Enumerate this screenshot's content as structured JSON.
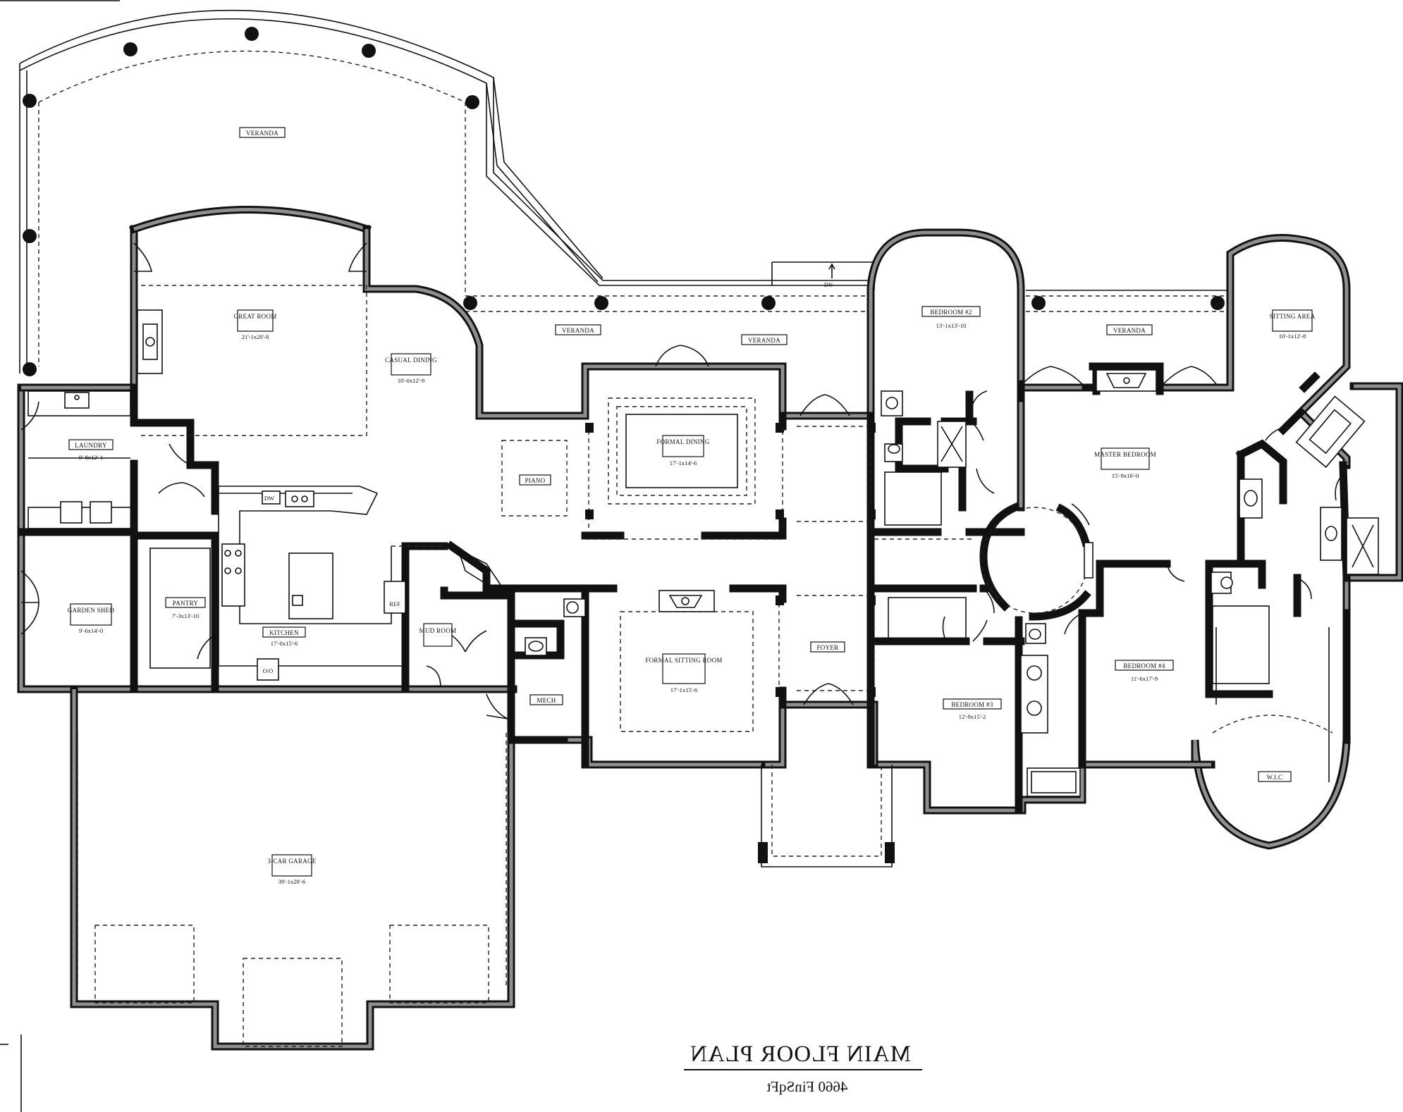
{
  "plan": {
    "title": "MAIN FLOOR PLAN",
    "area": "4660 FinSqFt",
    "stair_label": "DN"
  },
  "rooms": [
    {
      "id": "veranda-nw",
      "name": "VERANDA",
      "dims": ""
    },
    {
      "id": "veranda-mid",
      "name": "VERANDA",
      "dims": ""
    },
    {
      "id": "veranda-center",
      "name": "VERANDA",
      "dims": ""
    },
    {
      "id": "veranda-east",
      "name": "VERANDA",
      "dims": ""
    },
    {
      "id": "great-room",
      "name": "GREAT ROOM",
      "dims": "21'-1x20'-8"
    },
    {
      "id": "casual-dining",
      "name": "CASUAL DINING",
      "dims": "10'-0x12'-9"
    },
    {
      "id": "laundry",
      "name": "LAUNDRY",
      "dims": "9'-8x12'-1"
    },
    {
      "id": "piano",
      "name": "PIANO",
      "dims": ""
    },
    {
      "id": "formal-dining",
      "name": "FORMAL DINING",
      "dims": "17'-1x14'-6"
    },
    {
      "id": "bedroom-2",
      "name": "BEDROOM #2",
      "dims": "13'-1x13'-10"
    },
    {
      "id": "sitting-area",
      "name": "SITTING AREA",
      "dims": "10'-1x12'-8"
    },
    {
      "id": "master-bedroom",
      "name": "MASTER BEDROOM",
      "dims": "15'-9x16'-0"
    },
    {
      "id": "garden-shed",
      "name": "GARDEN SHED",
      "dims": "9'-6x14'-0"
    },
    {
      "id": "pantry",
      "name": "PANTRY",
      "dims": "7'-3x13'-10"
    },
    {
      "id": "kitchen",
      "name": "KITCHEN",
      "dims": "17'-0x15'-6"
    },
    {
      "id": "mud-room",
      "name": "MUD ROOM",
      "dims": ""
    },
    {
      "id": "formal-sitting",
      "name": "FORMAL SITTING ROOM",
      "dims": "17'-1x15'-6"
    },
    {
      "id": "foyer",
      "name": "FOYER",
      "dims": ""
    },
    {
      "id": "mech",
      "name": "MECH",
      "dims": ""
    },
    {
      "id": "bedroom-3",
      "name": "BEDROOM #3",
      "dims": "12'-9x15'-2"
    },
    {
      "id": "bedroom-4",
      "name": "BEDROOM #4",
      "dims": "11'-6x17'-9"
    },
    {
      "id": "wic",
      "name": "W.I.C",
      "dims": ""
    },
    {
      "id": "garage",
      "name": "3-CAR GARAGE",
      "dims": "39'-1x28'-6"
    }
  ],
  "fixtures": {
    "dishwasher": "DW",
    "refrigerator": "REF",
    "oven": "O/O"
  }
}
